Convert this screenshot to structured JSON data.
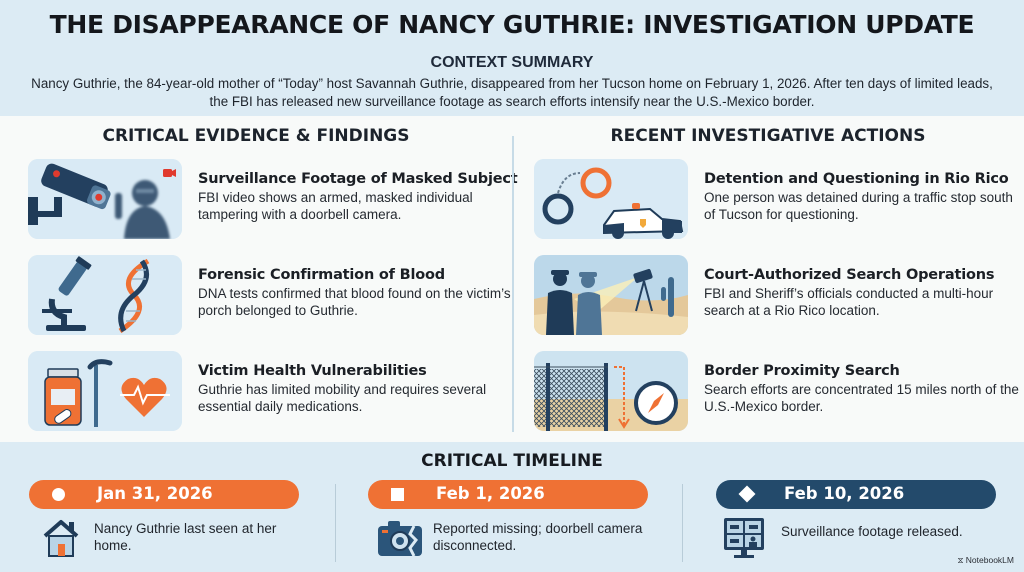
{
  "header": {
    "title": "THE DISAPPEARANCE OF NANCY GUTHRIE: INVESTIGATION UPDATE",
    "context_title": "CONTEXT SUMMARY",
    "context_body": "Nancy Guthrie, the 84-year-old mother of “Today” host Savannah Guthrie, disappeared from her Tucson home on February 1, 2026. After ten days of limited leads, the FBI has released new surveillance footage as search efforts intensify near the U.S.-Mexico border."
  },
  "evidence": {
    "title": "CRITICAL EVIDENCE & FINDINGS",
    "items": [
      {
        "title": "Surveillance Footage of Masked Subject",
        "desc": "FBI video shows an armed, masked individual tampering with a doorbell camera.",
        "icon": "security-camera-masked-figure-icon"
      },
      {
        "title": "Forensic Confirmation of Blood",
        "desc": "DNA tests confirmed that blood found on the victim’s porch belonged to Guthrie.",
        "icon": "microscope-dna-icon"
      },
      {
        "title": "Victim Health Vulnerabilities",
        "desc": "Guthrie has limited mobility and requires several essential daily medications.",
        "icon": "medication-cane-heart-icon"
      }
    ]
  },
  "actions": {
    "title": "RECENT INVESTIGATIVE ACTIONS",
    "items": [
      {
        "title": "Detention and Questioning in Rio Rico",
        "desc": "One person was detained during a traffic stop south of Tucson for questioning.",
        "icon": "handcuffs-police-car-icon"
      },
      {
        "title": "Court-Authorized Search Operations",
        "desc": "FBI and Sheriff’s officials conducted a multi-hour search at a Rio Rico location.",
        "icon": "officers-searchlight-desert-icon"
      },
      {
        "title": "Border Proximity Search",
        "desc": "Search efforts are concentrated 15 miles north of the U.S.-Mexico border.",
        "icon": "border-fence-compass-icon"
      }
    ]
  },
  "timeline": {
    "title": "CRITICAL TIMELINE",
    "events": [
      {
        "date": "Jan 31, 2026",
        "text": "Nancy Guthrie last seen at her home.",
        "marker": "circle",
        "color": "#ef7134",
        "icon": "house-icon"
      },
      {
        "date": "Feb 1, 2026",
        "text": "Reported missing; doorbell camera disconnected.",
        "marker": "square",
        "color": "#ef7134",
        "icon": "broken-camera-icon"
      },
      {
        "date": "Feb 10, 2026",
        "text": "Surveillance footage released.",
        "marker": "diamond",
        "color": "#234a6b",
        "icon": "cctv-monitor-icon"
      }
    ]
  },
  "brand": "NotebookLM",
  "colors": {
    "accent_orange": "#ef7134",
    "navy": "#234a6b",
    "band_bg": "#dcebf4",
    "panel_bg": "#f8faf9"
  }
}
